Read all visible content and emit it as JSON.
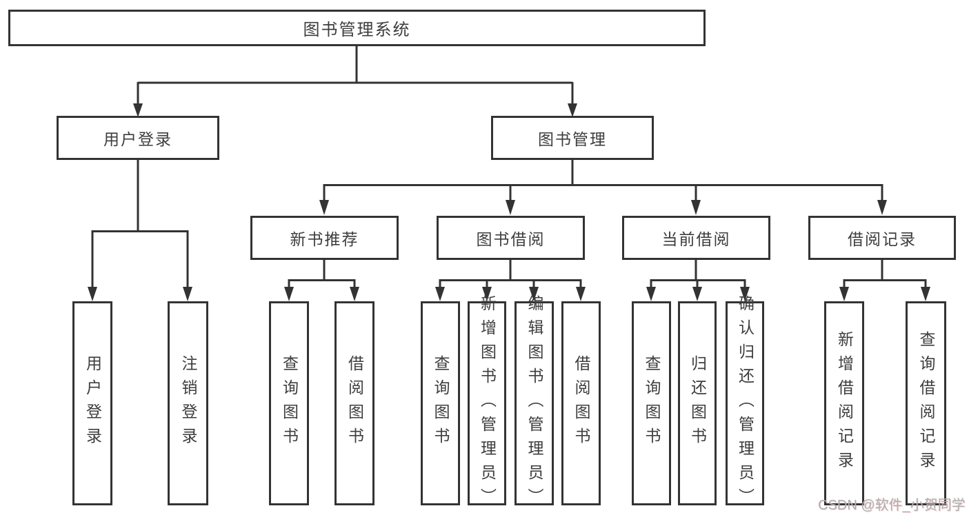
{
  "diagram": {
    "root": {
      "label": "图书管理系统"
    },
    "level2": {
      "user_login": {
        "label": "用户登录"
      },
      "book_management": {
        "label": "图书管理"
      }
    },
    "level3": {
      "new_book": {
        "label": "新书推荐"
      },
      "book_borrow": {
        "label": "图书借阅"
      },
      "current_borrow": {
        "label": "当前借阅"
      },
      "borrow_record": {
        "label": "借阅记录"
      }
    },
    "leaves": {
      "user_login": {
        "label": "用户登录"
      },
      "logout": {
        "label": "注销登录"
      },
      "nb_query": {
        "label": "查询图书"
      },
      "nb_borrow": {
        "label": "借阅图书"
      },
      "bb_query": {
        "label": "查询图书"
      },
      "bb_add": {
        "label": "新增图书（管理员）"
      },
      "bb_edit": {
        "label": "编辑图书（管理员）"
      },
      "bb_borrow": {
        "label": "借阅图书"
      },
      "cb_query": {
        "label": "查询图书"
      },
      "cb_return": {
        "label": "归还图书"
      },
      "cb_confirm": {
        "label": "确认归还（管理员）"
      },
      "br_add": {
        "label": "新增借阅记录"
      },
      "br_query": {
        "label": "查询借阅记录"
      }
    }
  },
  "watermark": "CSDN @软件_小贺同学",
  "colors": {
    "line": "#333333",
    "text": "#3d3d3d",
    "watermark": "#b1adb1",
    "background": "#ffffff"
  }
}
